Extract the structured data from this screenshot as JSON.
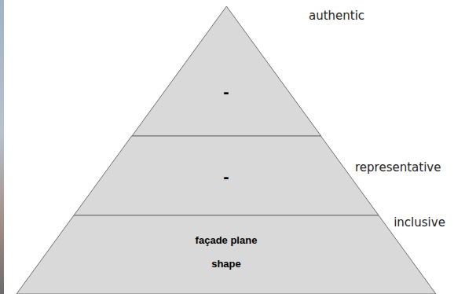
{
  "diagram": {
    "nodes": [
      {
        "text": [
          "-"
        ]
      },
      {
        "text": [
          "-"
        ]
      },
      {
        "text": [
          "façade plane",
          "shape"
        ]
      }
    ],
    "labels": [
      "authentic",
      "representative",
      "inclusive"
    ]
  }
}
